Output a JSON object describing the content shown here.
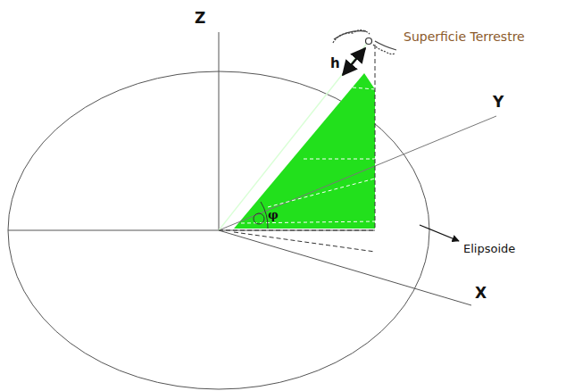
{
  "diagram": {
    "labels": [
      "Z",
      "Y",
      "X",
      "h",
      "φ",
      "Superficie Terrestre",
      "Elipsoide"
    ]
  }
}
